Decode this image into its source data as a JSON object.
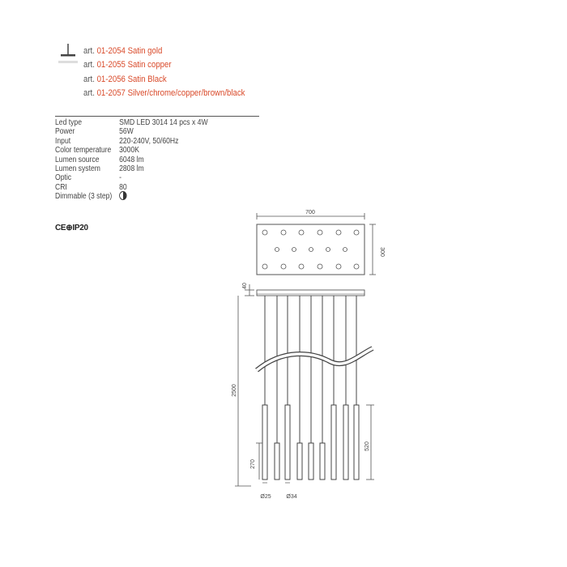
{
  "articles": [
    {
      "prefix": "art.",
      "code": "01-2054",
      "name": "Satin gold"
    },
    {
      "prefix": "art.",
      "code": "01-2055",
      "name": "Satin copper"
    },
    {
      "prefix": "art.",
      "code": "01-2056",
      "name": "Satin Black"
    },
    {
      "prefix": "art.",
      "code": "01-2057",
      "name": "Silver/chrome/copper/brown/black"
    }
  ],
  "specs": [
    {
      "label": "Led type",
      "value": "SMD LED 3014 14 pcs x 4W"
    },
    {
      "label": "Power",
      "value": "56W"
    },
    {
      "label": "Input",
      "value": "220-240V, 50/60Hz"
    },
    {
      "label": "Color temperature",
      "value": "3000K"
    },
    {
      "label": "Lumen source",
      "value": "6048 lm"
    },
    {
      "label": "Lumen system",
      "value": "2808 lm"
    },
    {
      "label": "Optic",
      "value": "-"
    },
    {
      "label": "CRI",
      "value": "80"
    },
    {
      "label": "Dimmable (3 step)",
      "value": ""
    }
  ],
  "certifications": "CE⊕IP20",
  "dimensions": {
    "width": "700",
    "depth": "300",
    "canopy_height": "40",
    "total_height": "2500",
    "short_tube": "270",
    "long_tube": "520",
    "diameter_small": "Ø25",
    "diameter_large": "Ø34"
  },
  "colors": {
    "accent": "#d94a2a",
    "text": "#444444"
  }
}
